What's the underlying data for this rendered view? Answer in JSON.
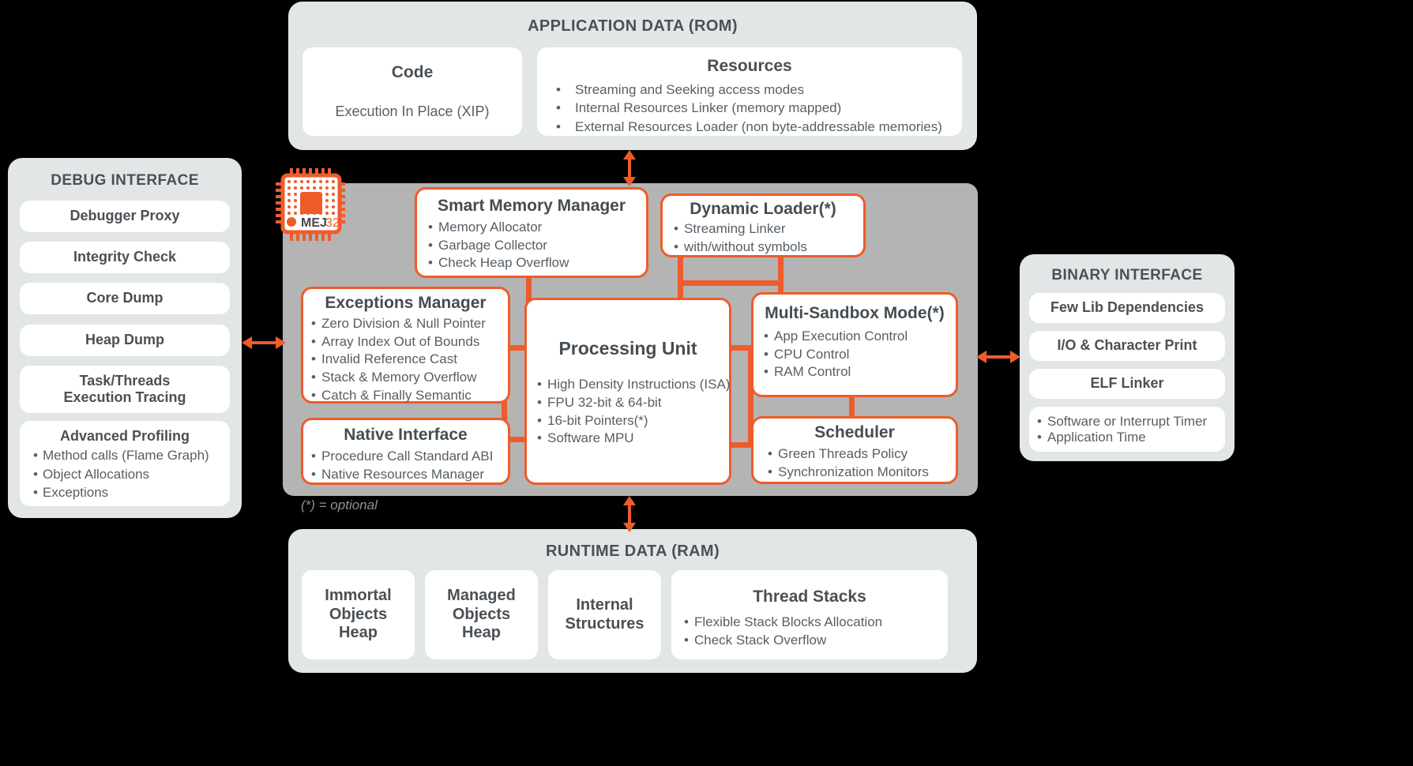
{
  "rom": {
    "title": "APPLICATION DATA (ROM)",
    "code": {
      "title": "Code",
      "text": "Execution In Place (XIP)"
    },
    "resources": {
      "title": "Resources",
      "items": [
        "Streaming and Seeking access modes",
        "Internal Resources Linker (memory mapped)",
        "External Resources Loader (non byte-addressable memories)"
      ]
    }
  },
  "debug": {
    "title": "DEBUG INTERFACE",
    "items": [
      {
        "label": "Debugger Proxy"
      },
      {
        "label": "Integrity Check"
      },
      {
        "label": "Core Dump"
      },
      {
        "label": "Heap Dump"
      },
      {
        "label": "Task/Threads\nExecution Tracing"
      }
    ],
    "profiling": {
      "title": "Advanced Profiling",
      "items": [
        "Method calls (Flame Graph)",
        "Object Allocations",
        "Exceptions"
      ]
    }
  },
  "core": {
    "chip_label_bold": "MEJ",
    "chip_label_light": "32",
    "optional_note": "(*) = optional",
    "cards": {
      "smart_memory_manager": {
        "title": "Smart Memory Manager",
        "items": [
          "Memory Allocator",
          "Garbage Collector",
          "Check Heap Overflow"
        ]
      },
      "dynamic_loader": {
        "title": "Dynamic Loader(*)",
        "items": [
          "Streaming Linker",
          "with/without symbols"
        ]
      },
      "exceptions_manager": {
        "title": "Exceptions Manager",
        "items": [
          "Zero Division & Null Pointer",
          "Array Index Out of Bounds",
          "Invalid Reference Cast",
          "Stack & Memory Overflow",
          "Catch & Finally Semantic"
        ]
      },
      "processing_unit": {
        "title": "Processing Unit",
        "items": [
          "High Density Instructions (ISA)",
          "FPU 32-bit & 64-bit",
          "16-bit Pointers(*)",
          "Software MPU"
        ]
      },
      "multi_sandbox_mode": {
        "title": "Multi-Sandbox Mode(*)",
        "items": [
          "App Execution Control",
          "CPU Control",
          "RAM Control"
        ]
      },
      "native_interface": {
        "title": "Native Interface",
        "items": [
          "Procedure Call Standard ABI",
          "Native Resources Manager"
        ]
      },
      "scheduler": {
        "title": "Scheduler",
        "items": [
          "Green Threads Policy",
          "Synchronization Monitors"
        ]
      }
    }
  },
  "binary": {
    "title": "BINARY INTERFACE",
    "items": [
      {
        "label": "Few Lib Dependencies"
      },
      {
        "label": "I/O & Character Print"
      },
      {
        "label": "ELF Linker"
      }
    ],
    "extras": [
      "Software or Interrupt Timer",
      "Application Time"
    ]
  },
  "ram": {
    "title": "RUNTIME DATA (RAM)",
    "boxes": [
      {
        "title": "Immortal\nObjects\nHeap",
        "items": []
      },
      {
        "title": "Managed\nObjects\nHeap",
        "items": []
      },
      {
        "title": "Internal\nStructures",
        "items": []
      },
      {
        "title": "Thread Stacks",
        "items": [
          "Flexible Stack Blocks Allocation",
          "Check Stack Overflow"
        ]
      }
    ]
  },
  "colors": {
    "accent": "#ee5c2b",
    "panel_bg": "#e2e6e7",
    "core_bg": "#b4b4b4",
    "text": "#4a5055"
  }
}
